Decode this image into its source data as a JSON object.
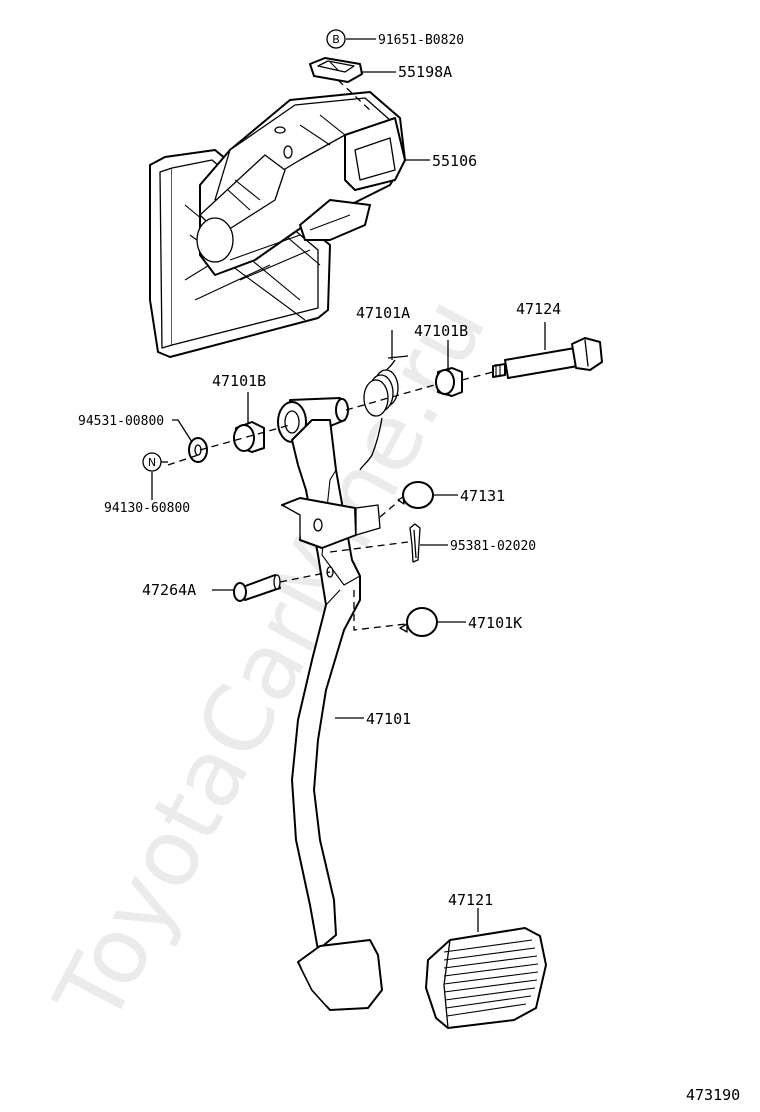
{
  "watermark": "ToyotaCarMine.ru",
  "figure_number": "473190",
  "circle_markers": {
    "b": "B",
    "n": "N"
  },
  "parts": {
    "p91651": "91651-B0820",
    "p55198a": "55198A",
    "p55106": "55106",
    "p47101a": "47101A",
    "p47124": "47124",
    "p47101b_right": "47101B",
    "p47101b_left": "47101B",
    "p94531": "94531-00800",
    "p94130": "94130-60800",
    "p47131": "47131",
    "p95381": "95381-02020",
    "p47264a": "47264A",
    "p47101k": "47101K",
    "p47101": "47101",
    "p47121": "47121"
  }
}
